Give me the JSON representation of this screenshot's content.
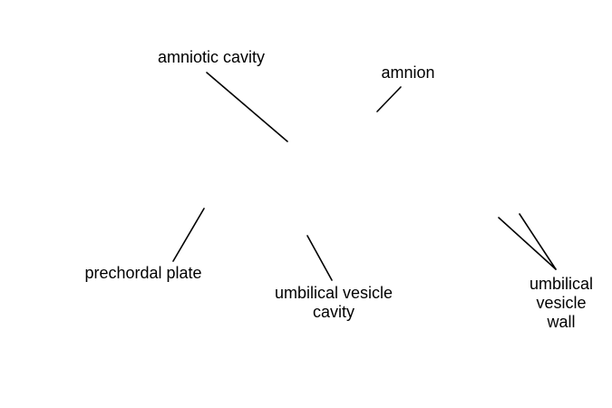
{
  "labels": {
    "amniotic_cavity": "amniotic cavity",
    "amnion": "amnion",
    "prechordal_plate": "prechordal plate",
    "umbilical_vesicle_cavity": [
      "umbilical vesicle",
      "cavity"
    ],
    "umbilical_vesicle_wall": [
      "umbilical",
      "vesicle",
      "wall"
    ]
  },
  "colors": {
    "background": "#ffffff",
    "text": "#000000",
    "leader_line": "#000000"
  }
}
